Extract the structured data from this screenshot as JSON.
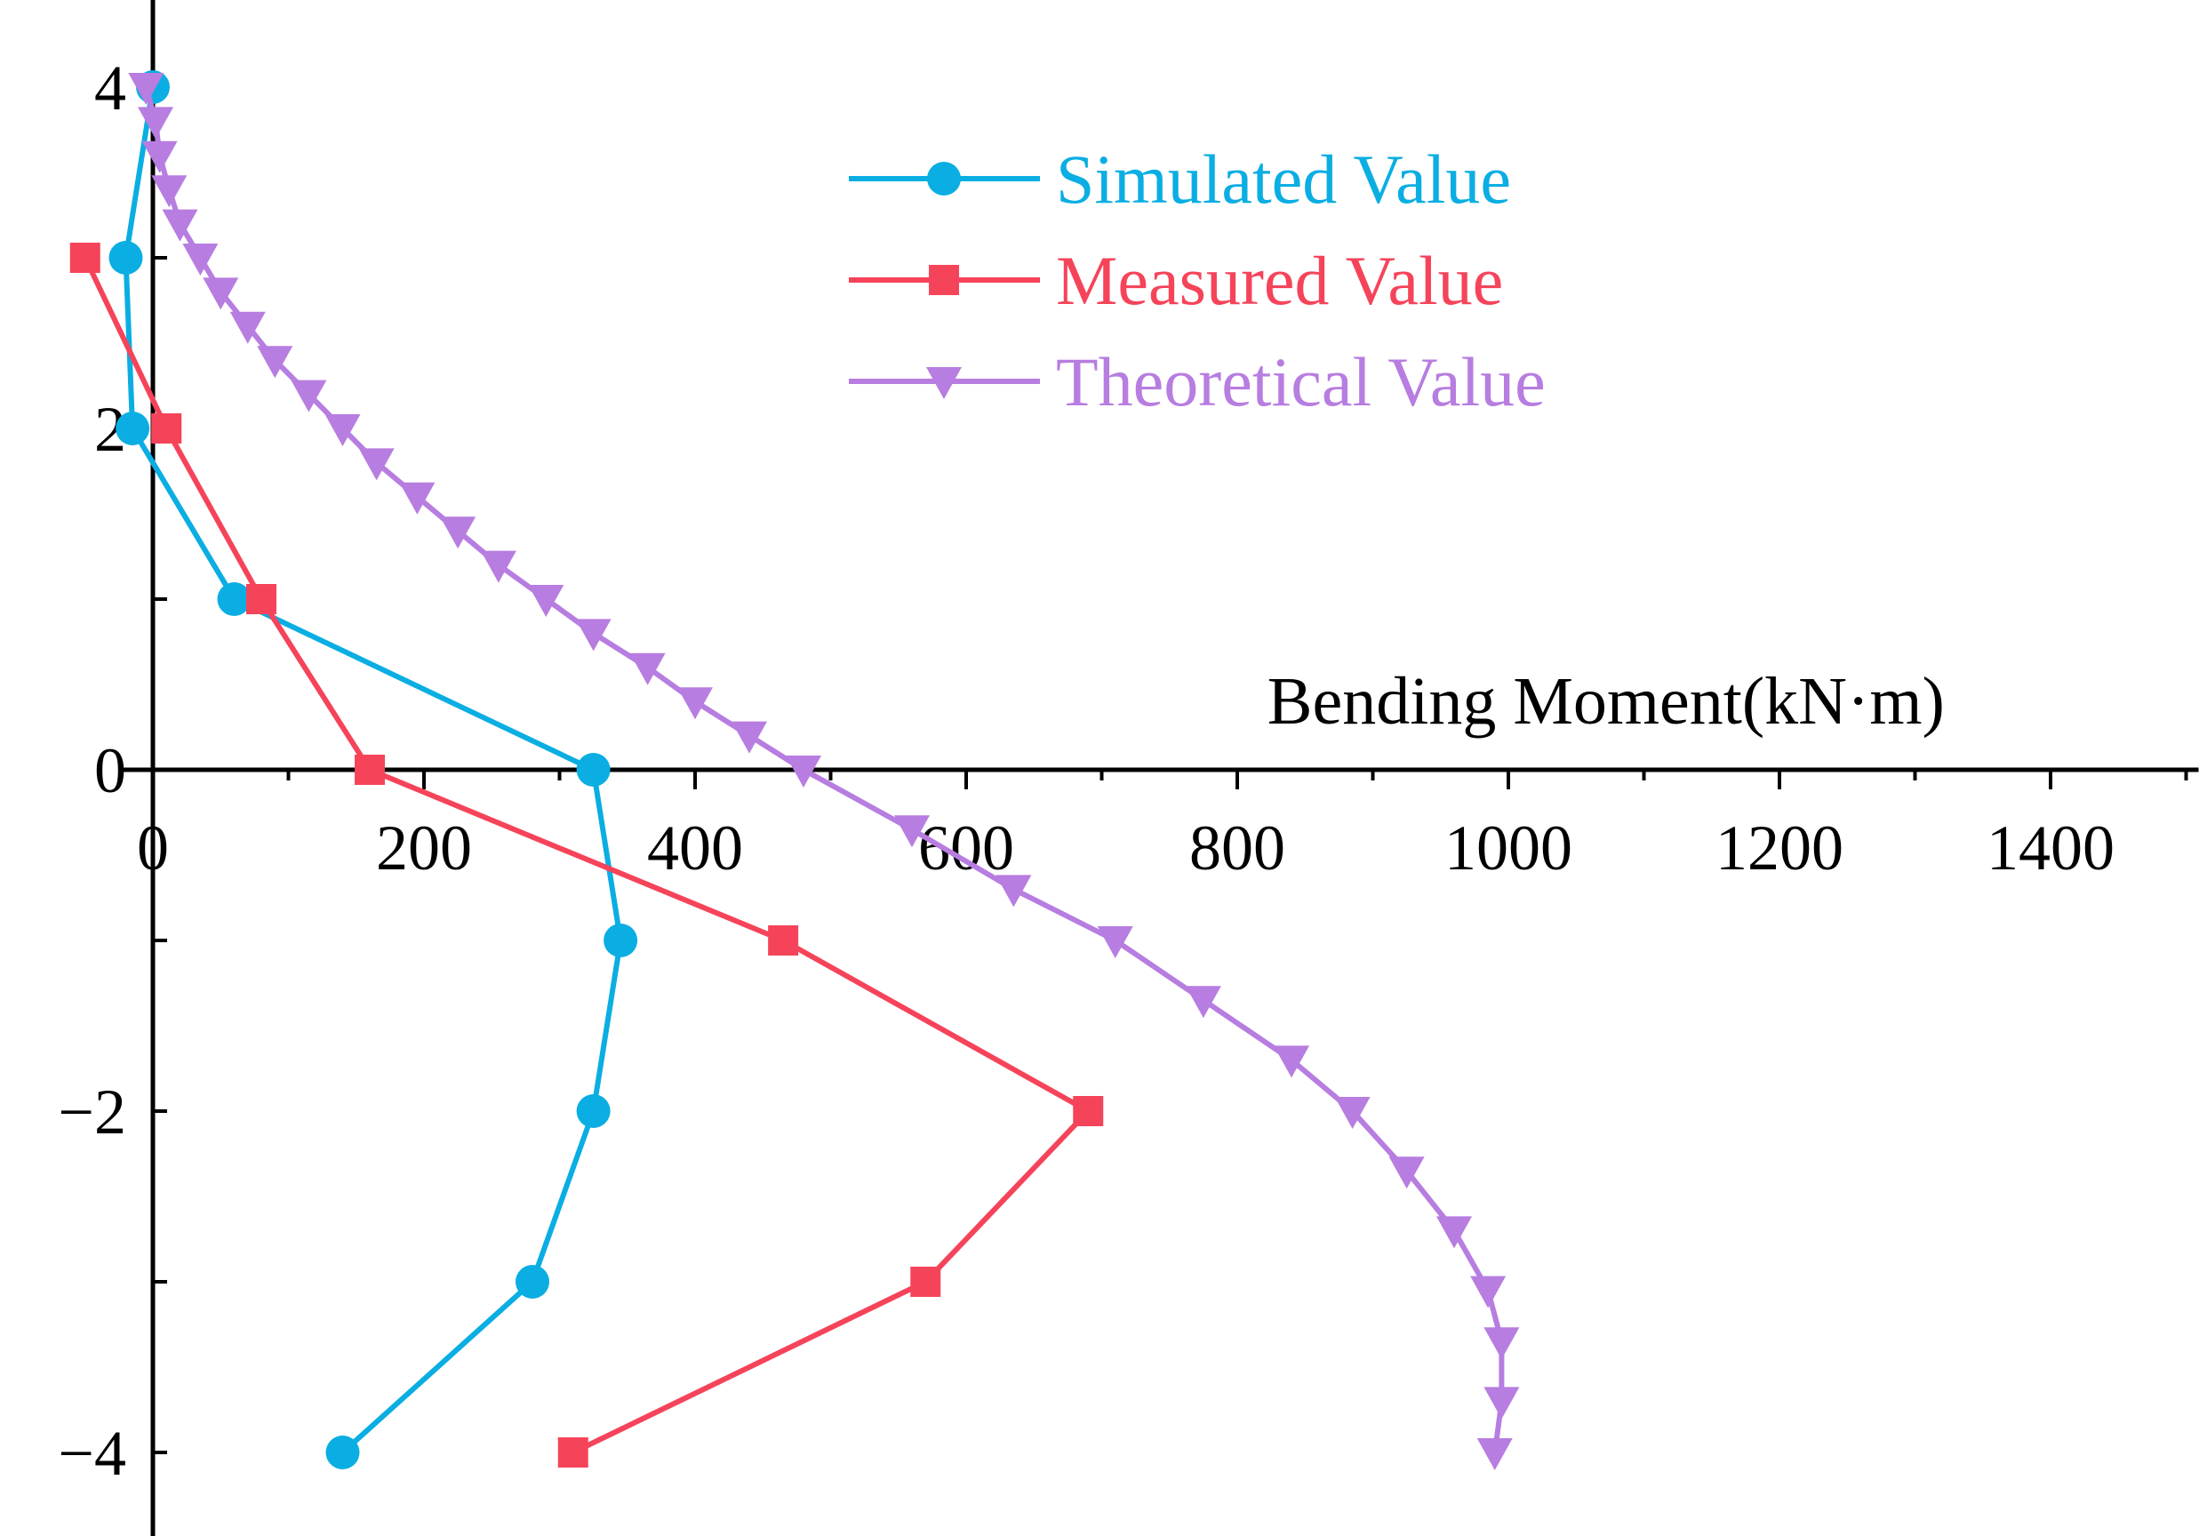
{
  "chart_data": {
    "type": "line",
    "title": "",
    "xlabel": "Bending Moment(kN·m)",
    "ylabel": "",
    "xlim": [
      -20,
      1500
    ],
    "ylim": [
      -4.4,
      4.4
    ],
    "x_ticks": [
      0,
      200,
      400,
      600,
      800,
      1000,
      1200,
      1400
    ],
    "x_tick_labels": [
      "0",
      "200",
      "400",
      "600",
      "800",
      "1000",
      "1200",
      "1400"
    ],
    "y_ticks": [
      -4,
      -3,
      -2,
      -1,
      0,
      1,
      2,
      3,
      4
    ],
    "y_tick_labels": [
      "−4",
      "",
      "−2",
      "",
      "0",
      "",
      "2",
      "",
      "4"
    ],
    "legend_position": "top-right",
    "grid": false,
    "series": [
      {
        "name": "Simulated Value",
        "color": "#0aaee2",
        "marker": "circle",
        "points": [
          [
            0,
            4
          ],
          [
            -20,
            3
          ],
          [
            -15,
            2
          ],
          [
            60,
            1
          ],
          [
            325,
            0
          ],
          [
            345,
            -1
          ],
          [
            325,
            -2
          ],
          [
            280,
            -3
          ],
          [
            140,
            -4
          ]
        ]
      },
      {
        "name": "Measured Value",
        "color": "#f5445a",
        "marker": "square",
        "points": [
          [
            -50,
            3
          ],
          [
            10,
            2
          ],
          [
            80,
            1
          ],
          [
            160,
            0
          ],
          [
            465,
            -1
          ],
          [
            690,
            -2
          ],
          [
            570,
            -3
          ],
          [
            310,
            -4
          ]
        ]
      },
      {
        "name": "Theoretical Value",
        "color": "#b77de0",
        "marker": "triangle-down",
        "points": [
          [
            -5,
            4
          ],
          [
            2,
            3.8
          ],
          [
            5,
            3.6
          ],
          [
            12,
            3.4
          ],
          [
            20,
            3.2
          ],
          [
            35,
            3.0
          ],
          [
            50,
            2.8
          ],
          [
            70,
            2.6
          ],
          [
            90,
            2.4
          ],
          [
            115,
            2.2
          ],
          [
            140,
            2.0
          ],
          [
            165,
            1.8
          ],
          [
            195,
            1.6
          ],
          [
            225,
            1.4
          ],
          [
            255,
            1.2
          ],
          [
            290,
            1.0
          ],
          [
            325,
            0.8
          ],
          [
            365,
            0.6
          ],
          [
            400,
            0.4
          ],
          [
            440,
            0.2
          ],
          [
            480,
            0.0
          ],
          [
            560,
            -0.35
          ],
          [
            635,
            -0.7
          ],
          [
            710,
            -1.0
          ],
          [
            775,
            -1.35
          ],
          [
            840,
            -1.7
          ],
          [
            885,
            -2.0
          ],
          [
            925,
            -2.35
          ],
          [
            960,
            -2.7
          ],
          [
            985,
            -3.05
          ],
          [
            995,
            -3.35
          ],
          [
            995,
            -3.7
          ],
          [
            990,
            -4.0
          ]
        ]
      }
    ]
  }
}
